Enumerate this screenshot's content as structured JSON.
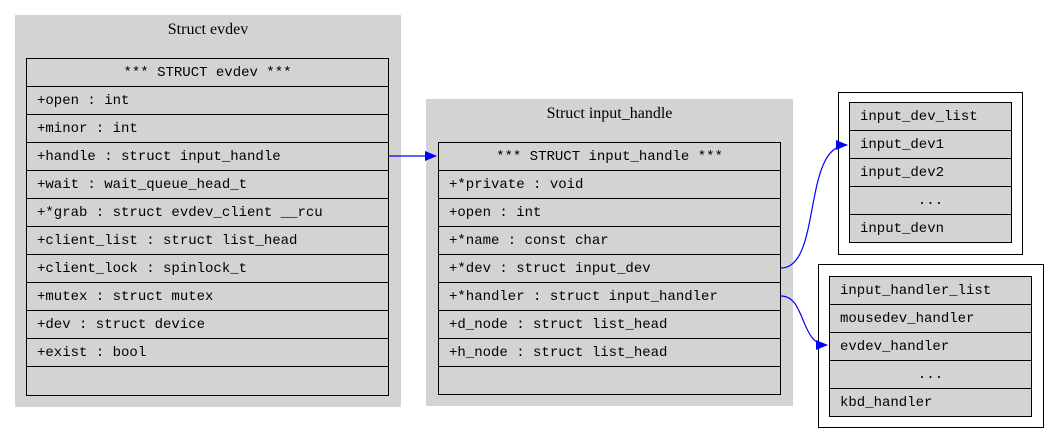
{
  "evdev": {
    "cluster_title": "Struct evdev",
    "rows": [
      "*** STRUCT evdev ***",
      "+open : int",
      "+minor : int",
      "+handle : struct input_handle",
      "+wait : wait_queue_head_t",
      "+*grab : struct evdev_client __rcu",
      "+client_list : struct list_head",
      "+client_lock : spinlock_t",
      "+mutex : struct mutex",
      "+dev : struct device",
      "+exist : bool",
      ""
    ]
  },
  "input_handle": {
    "cluster_title": "Struct input_handle",
    "rows": [
      "*** STRUCT input_handle ***",
      "+*private : void",
      "+open : int",
      "+*name : const char",
      "+*dev : struct input_dev",
      "+*handler : struct input_handler",
      "+d_node : struct list_head",
      "+h_node : struct list_head",
      ""
    ]
  },
  "input_dev_list": {
    "rows": [
      "input_dev_list",
      "input_dev1",
      "input_dev2",
      "...",
      "input_devn"
    ]
  },
  "input_handler_list": {
    "rows": [
      "input_handler_list",
      "mousedev_handler",
      "evdev_handler",
      "...",
      "kbd_handler"
    ]
  },
  "colors": {
    "cluster_fill": "#d3d3d3",
    "edge": "#0000ff",
    "border": "#000000"
  }
}
